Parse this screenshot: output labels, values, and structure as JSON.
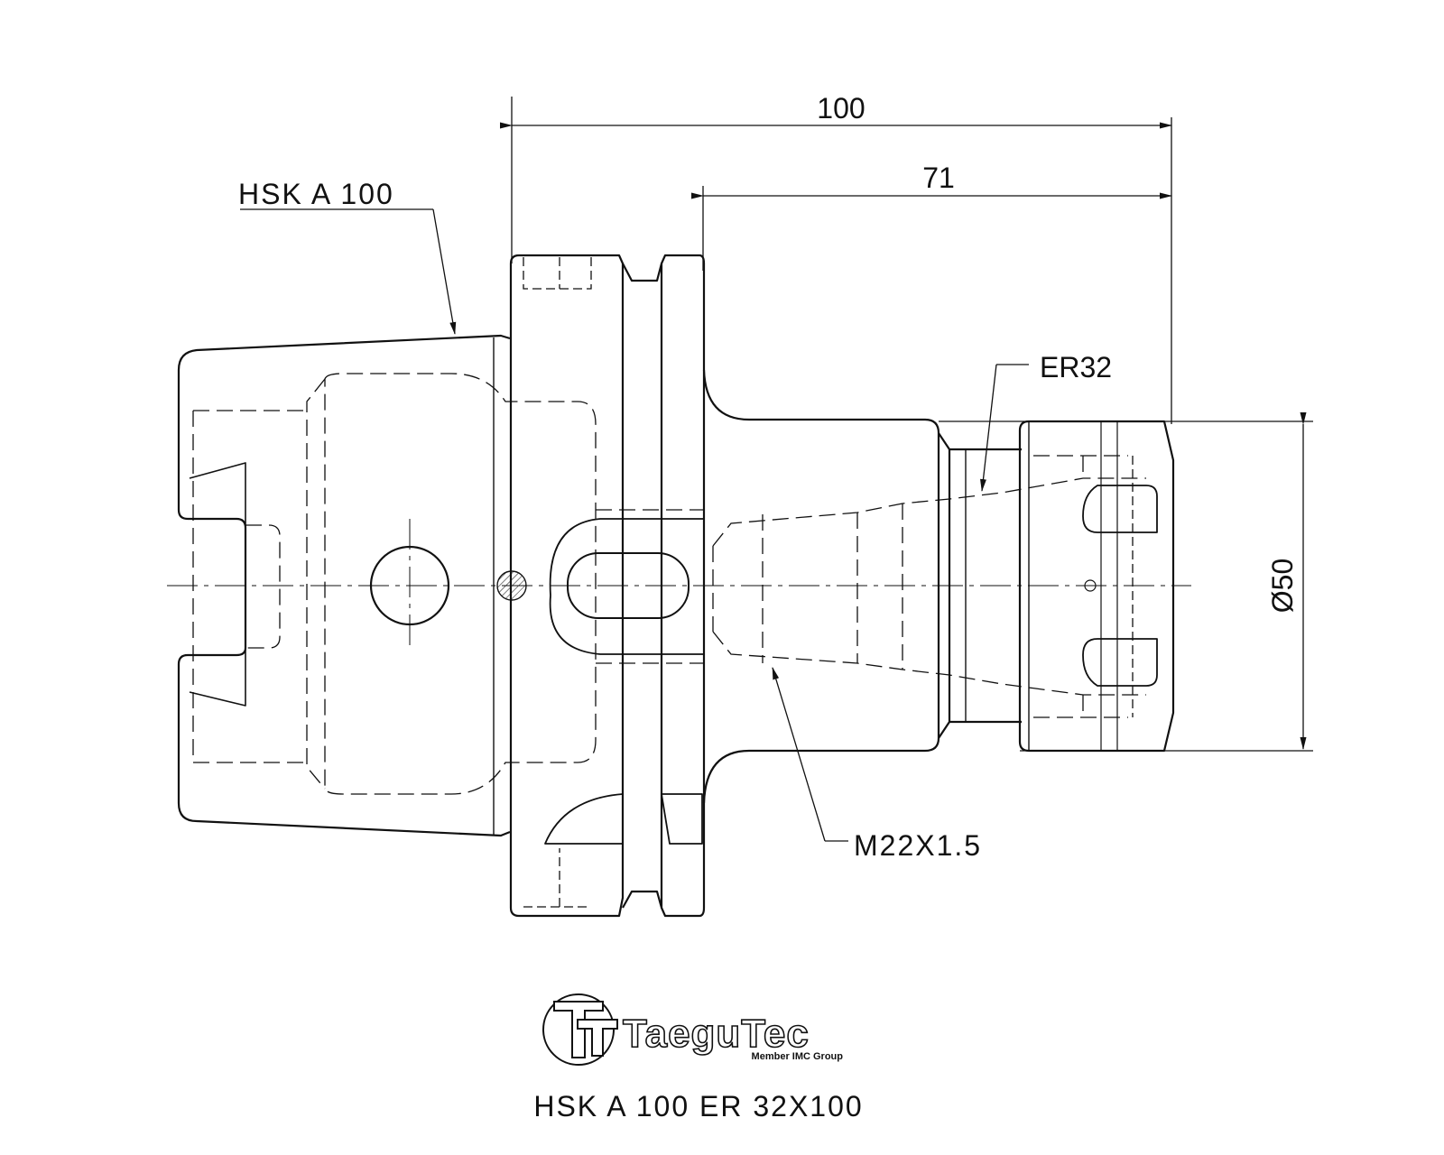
{
  "drawing": {
    "dimensions": {
      "overall_length": "100",
      "gauge_length": "71",
      "diameter": "Ø50"
    },
    "callouts": {
      "shank": "HSK A 100",
      "collet": "ER32",
      "thread": "M22X1.5"
    },
    "brand": {
      "name": "TaeguTec",
      "tagline": "Member IMC Group"
    },
    "title": "HSK A 100 ER 32X100",
    "colors": {
      "line": "#111111",
      "background": "#ffffff"
    }
  }
}
